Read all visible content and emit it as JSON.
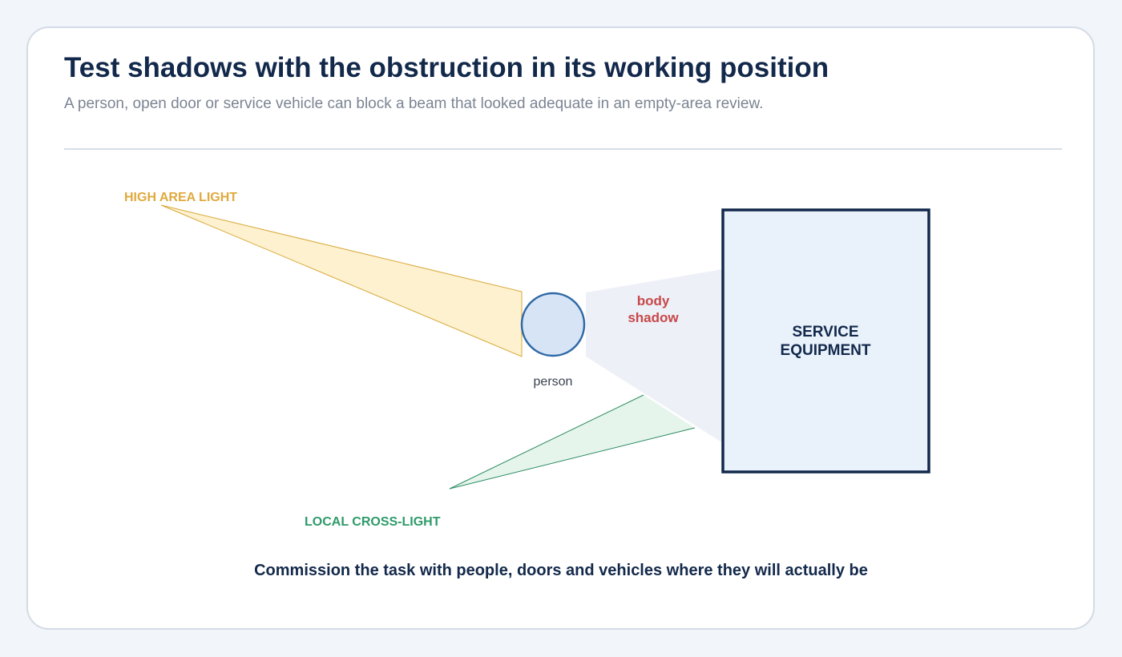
{
  "header": {
    "title": "Test shadows with the obstruction in its working position",
    "subtitle": "A person, open door or service vehicle can block a beam that looked adequate in an empty-area review."
  },
  "diagram": {
    "high_light_label": "HIGH AREA LIGHT",
    "person_label": "person",
    "shadow_label_line1": "body",
    "shadow_label_line2": "shadow",
    "equipment_label_line1": "SERVICE",
    "equipment_label_line2": "EQUIPMENT",
    "cross_light_label": "LOCAL CROSS-LIGHT",
    "footer_note": "Commission the task with people, doors and vehicles where they will actually be"
  },
  "colors": {
    "navy": "#13294b",
    "high_light_fill": "#fdf1cf",
    "high_light_stroke": "#d9a93a",
    "high_light_text": "#e0aa3e",
    "cross_light_fill": "#e5f5ec",
    "cross_light_stroke": "#2e8b63",
    "cross_light_text": "#2e9a6a",
    "shadow_fill": "#edf0f6",
    "shadow_text": "#c8484a",
    "person_fill": "#d6e4f5",
    "person_stroke": "#2f69a6",
    "equipment_fill": "#e9f1fb"
  }
}
